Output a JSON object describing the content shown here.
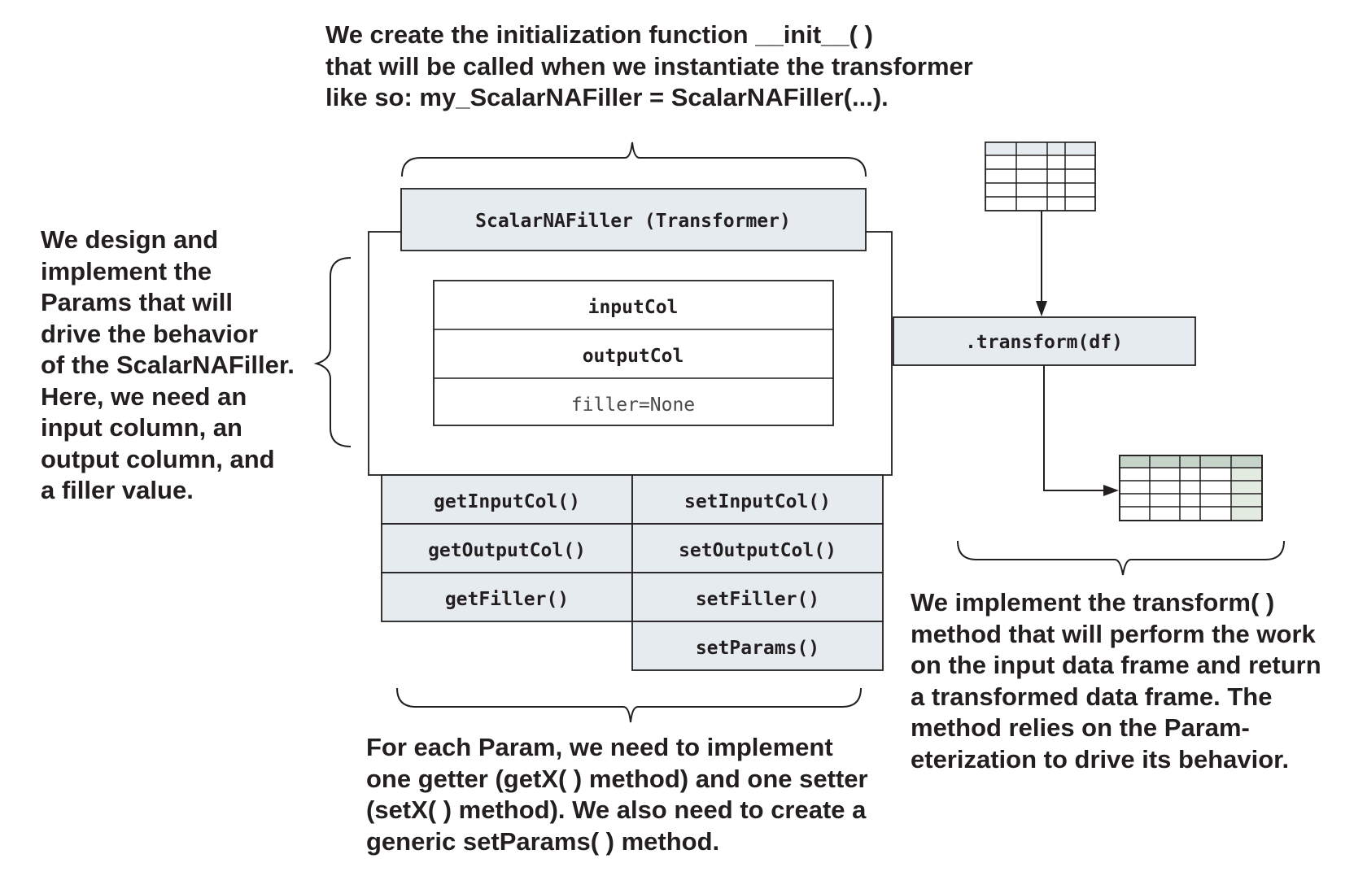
{
  "annotations": {
    "top": "We create the initialization function __init__( )\nthat will be called when we instantiate the transformer\nlike so: my_ScalarNAFiller = ScalarNAFiller(...).",
    "left": "We design and\nimplement the\nParams that will\ndrive the behavior\nof the ScalarNAFiller.\nHere, we need an\ninput column, an\noutput column, and\na filler value.",
    "bottom": "For each Param, we need to implement\none getter (getX( ) method) and one setter\n(setX( ) method). We also need to create a\ngeneric setParams( ) method.",
    "right": "We implement the transform( )\nmethod that will perform the work\non the input data frame and return\na transformed data frame. The\nmethod relies on the Param-\neterization to drive its behavior."
  },
  "class_header": "ScalarNAFiller (Transformer)",
  "params": [
    "inputCol",
    "outputCol",
    "filler=None"
  ],
  "getters": [
    "getInputCol()",
    "getOutputCol()",
    "getFiller()"
  ],
  "setters": [
    "setInputCol()",
    "setOutputCol()",
    "setFiller()",
    "setParams()"
  ],
  "transform_label": ".transform(df)",
  "colors": {
    "box_fill": "#e6ebef",
    "output_header": "#c5d3c8",
    "output_highlight": "#e3eadf",
    "ink": "#231f20"
  }
}
